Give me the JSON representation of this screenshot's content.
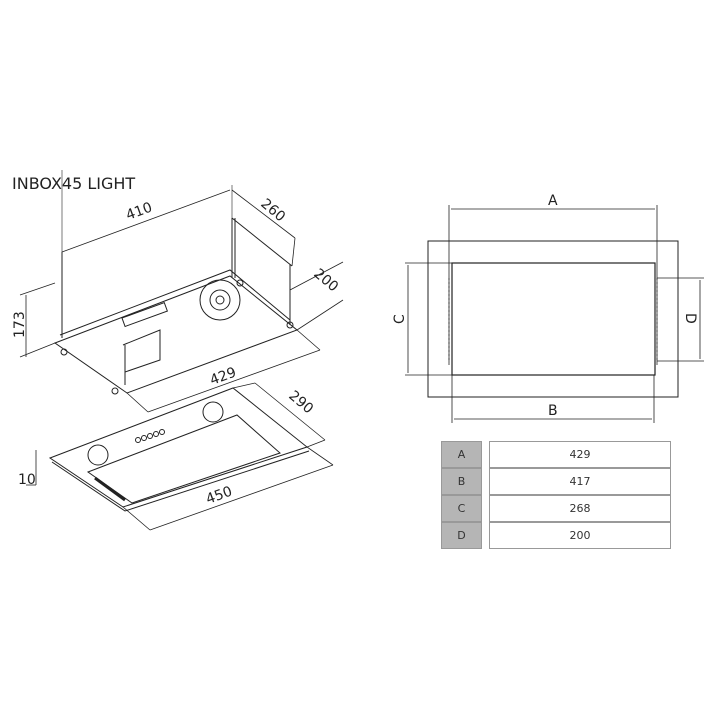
{
  "title": "INBOX45 LIGHT",
  "dimensions": {
    "width_top": "410",
    "depth_top": "260",
    "duct_depth": "200",
    "height": "173",
    "width_tray": "429",
    "depth_panel": "290",
    "width_panel": "450",
    "panel_thickness": "10"
  },
  "cutout_labels": {
    "a": "A",
    "b": "B",
    "c": "C",
    "d": "D"
  },
  "table": [
    {
      "key": "A",
      "value": "429"
    },
    {
      "key": "B",
      "value": "417"
    },
    {
      "key": "C",
      "value": "268"
    },
    {
      "key": "D",
      "value": "200"
    }
  ]
}
